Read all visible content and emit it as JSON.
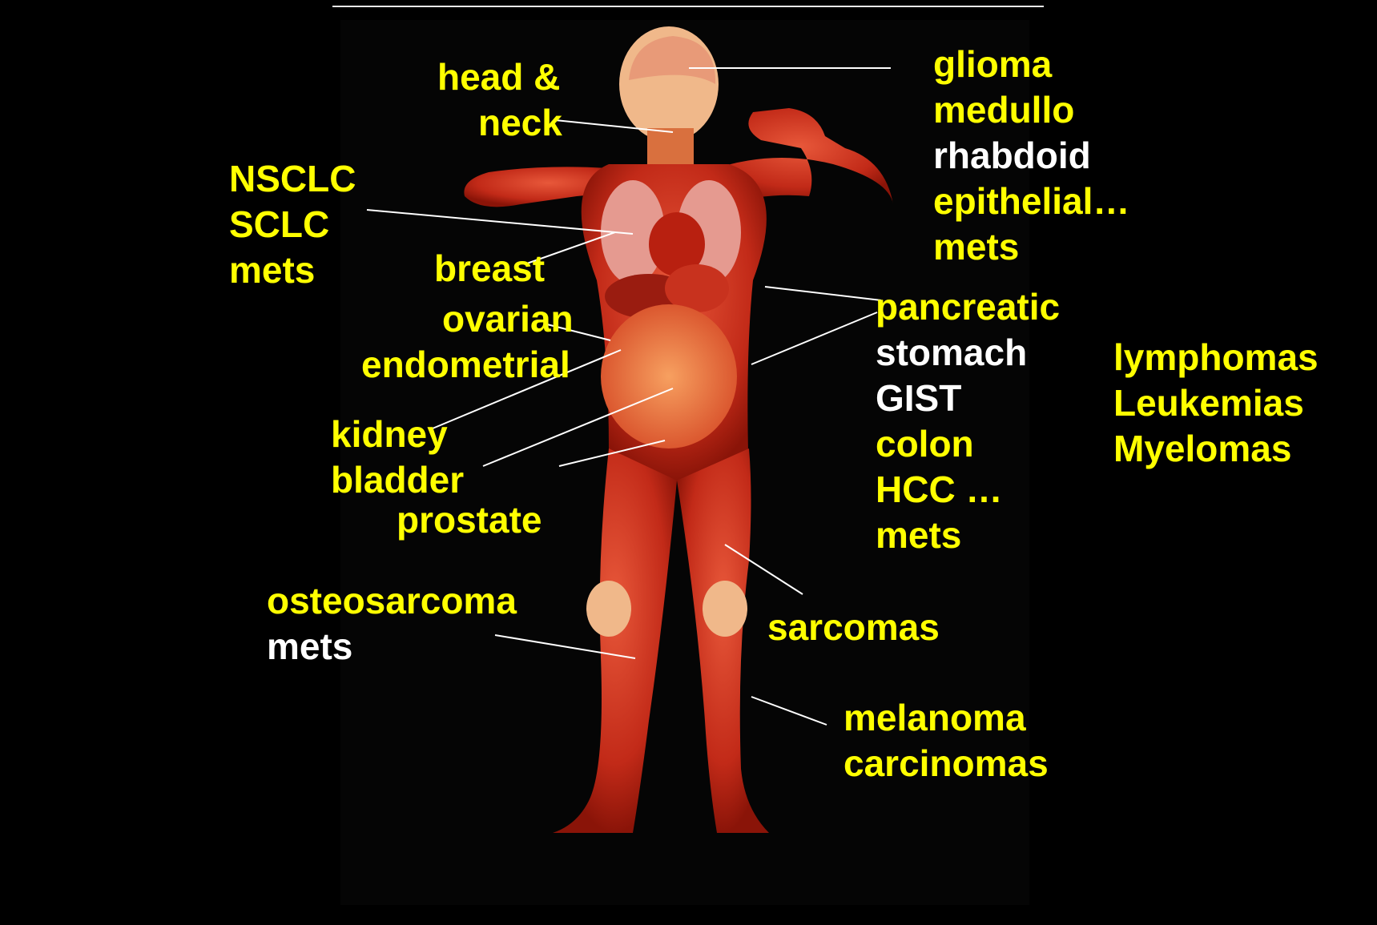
{
  "colors": {
    "background": "#000000",
    "label_yellow": "#ffff00",
    "label_white": "#ffffff",
    "leader_line": "#ffffff",
    "muscle": "#c8321e"
  },
  "labels": {
    "head_neck": [
      "head &",
      "neck"
    ],
    "lung": [
      "NSCLC",
      "SCLC",
      "mets"
    ],
    "breast": "breast",
    "ovarian": "ovarian",
    "endometrial": "endometrial",
    "kidney": "kidney",
    "bladder": "bladder",
    "prostate": "prostate",
    "bone": [
      "osteosarcoma",
      "mets"
    ],
    "brain": [
      "glioma",
      "medullo",
      "rhabdoid",
      "epithelial…",
      "mets"
    ],
    "gi": [
      "pancreatic",
      "stomach",
      "GIST",
      "colon",
      "HCC …",
      "mets"
    ],
    "heme": [
      "lymphomas",
      "Leukemias",
      "Myelomas"
    ],
    "sarcomas": "sarcomas",
    "skin": [
      "melanoma",
      "carcinomas"
    ]
  }
}
